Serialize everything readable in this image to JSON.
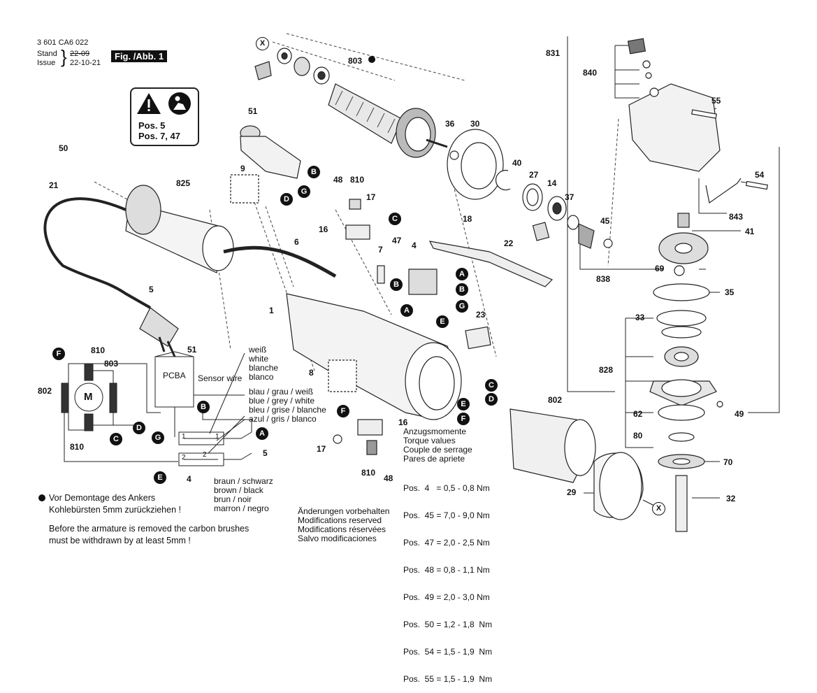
{
  "header": {
    "doc_number": "3 601 CA6 022",
    "stand_label": "Stand",
    "issue_label": "Issue",
    "stand_date": "22-09",
    "issue_date": "22-10-21",
    "figure_label": "Fig. /Abb. 1"
  },
  "warning_box": {
    "line1": "Pos. 5",
    "line2": "Pos. 7, 47"
  },
  "part_numbers": [
    "803",
    "36",
    "30",
    "51",
    "50",
    "21",
    "825",
    "9",
    "48",
    "810",
    "17",
    "16",
    "6",
    "7",
    "47",
    "4",
    "18",
    "22",
    "40",
    "27",
    "14",
    "37",
    "45",
    "831",
    "840",
    "55",
    "54",
    "843",
    "41",
    "69",
    "838",
    "35",
    "33",
    "828",
    "62",
    "80",
    "49",
    "70",
    "32",
    "23",
    "8",
    "1",
    "5",
    "802",
    "29"
  ],
  "callout_letters": {
    "A": "A",
    "B": "B",
    "C": "C",
    "D": "D",
    "E": "E",
    "F": "F",
    "G": "G",
    "X": "X"
  },
  "wiring": {
    "pcba_label": "PCBA",
    "sensor_wire": "Sensor wire",
    "motor_label": "M",
    "num_51": "51",
    "num_810a": "810",
    "num_803": "803",
    "num_802": "802",
    "num_810b": "810",
    "num_4": "4",
    "num_5": "5",
    "pin1": "1",
    "pin2": "2",
    "pin1b": "1",
    "pin2b": "2",
    "colors_1": [
      "weiß",
      "white",
      "blanche",
      "blanco"
    ],
    "colors_2": [
      "blau / grau / weiß",
      "blue / grey / white",
      "bleu / grise / blanche",
      "azul / gris  / blanco"
    ],
    "colors_3": [
      "braun   / schwarz",
      "brown   / black",
      "brun     / noir",
      "marron / negro"
    ]
  },
  "notes": {
    "de_line1": "Vor Demontage des Ankers",
    "de_line2": "Kohlebürsten 5mm zurückziehen !",
    "en_line1": "Before the armature is removed the carbon brushes",
    "en_line2": "must be withdrawn by at least 5mm !"
  },
  "torque": {
    "headers": [
      "Anzugsmomente",
      "Torque values",
      "Couple de serrage",
      "Pares de apriete"
    ],
    "rows": [
      "Pos.  4   = 0,5 - 0,8 Nm",
      "Pos.  45 = 7,0 - 9,0 Nm",
      "Pos.  47 = 2,0 - 2,5 Nm",
      "Pos.  48 = 0,8 - 1,1 Nm",
      "Pos.  49 = 2,0 - 3,0 Nm",
      "Pos.  50 = 1,2 - 1,8  Nm",
      "Pos.  54 = 1,5 - 1,9  Nm",
      "Pos.  55 = 1,5 - 1,9  Nm"
    ]
  },
  "modifications": [
    "Änderungen vorbehalten",
    "Modifications reserved",
    "Modifications réservées",
    "Salvo modificaciones"
  ]
}
